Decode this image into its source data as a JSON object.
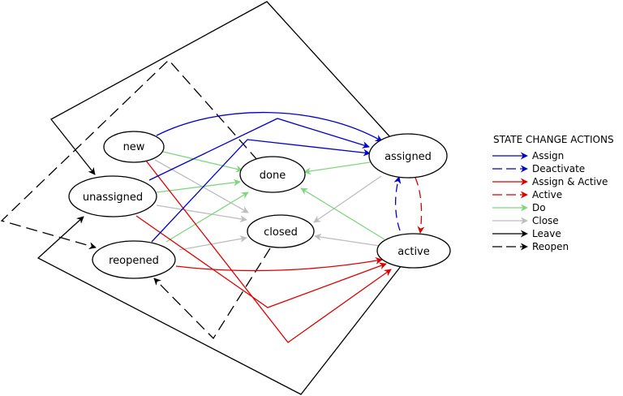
{
  "states": {
    "new": "new",
    "unassigned": "unassigned",
    "reopened": "reopened",
    "done": "done",
    "closed": "closed",
    "assigned": "assigned",
    "active": "active"
  },
  "legend": {
    "title": "STATE CHANGE ACTIONS",
    "items": [
      {
        "label": "Assign",
        "color": "#0000cc",
        "dashed": false
      },
      {
        "label": "Deactivate",
        "color": "#0000cc",
        "dashed": true
      },
      {
        "label": "Assign & Active",
        "color": "#dd0000",
        "dashed": false
      },
      {
        "label": "Active",
        "color": "#dd0000",
        "dashed": true
      },
      {
        "label": "Do",
        "color": "#7fd67f",
        "dashed": false
      },
      {
        "label": "Close",
        "color": "#bdbdbd",
        "dashed": false
      },
      {
        "label": "Leave",
        "color": "#000000",
        "dashed": false
      },
      {
        "label": "Reopen",
        "color": "#000000",
        "dashed": true
      }
    ]
  },
  "colors": {
    "assign": "#0000cc",
    "assign_active": "#dd0000",
    "do": "#7fd67f",
    "close": "#bdbdbd",
    "leave_reopen": "#000000"
  }
}
